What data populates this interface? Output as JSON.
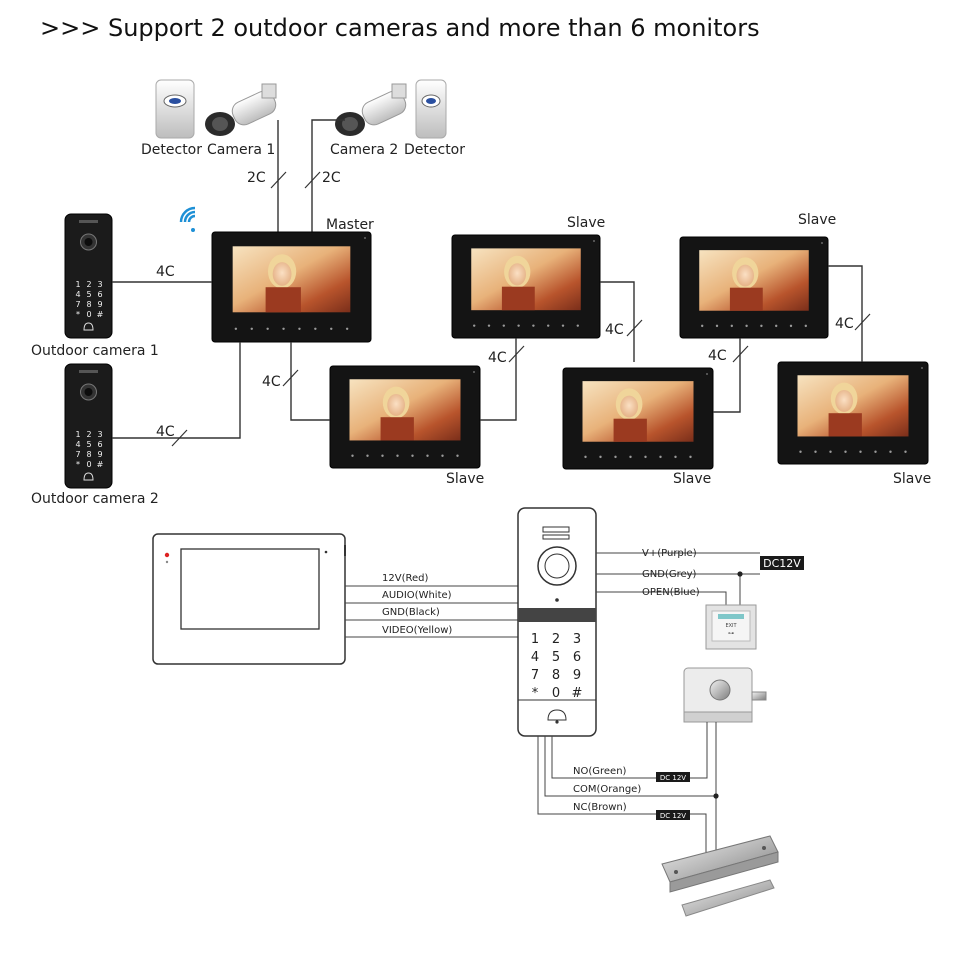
{
  "heading": ">>> Support 2 outdoor cameras and more than 6 monitors",
  "top": {
    "detector_left": "Detector",
    "camera1": "Camera 1",
    "camera2": "Camera 2",
    "detector_right": "Detector",
    "cable_2c_a": "2C",
    "cable_2c_b": "2C"
  },
  "monitors": {
    "master": "Master",
    "slave": "Slave"
  },
  "cables": {
    "four_c": "4C"
  },
  "outdoor": {
    "camera1": "Outdoor camera 1",
    "camera2": "Outdoor camera 2"
  },
  "keypad_keys": [
    "1",
    "2",
    "3",
    "4",
    "5",
    "6",
    "7",
    "8",
    "9",
    "*",
    "0",
    "#"
  ],
  "wiring": {
    "red": "12V(Red)",
    "white": "AUDIO(White)",
    "black": "GND(Black)",
    "yellow": "VIDEO(Yellow)",
    "purple": "V+(Purple)",
    "grey": "GND(Grey)",
    "blue": "OPEN(Blue)",
    "dc12v": "DC12V",
    "green": "NO(Green)",
    "orange": "COM(Orange)",
    "brown": "NC(Brown)",
    "dc12v_small": "DC 12V",
    "exit_button_text": "EXIT"
  }
}
